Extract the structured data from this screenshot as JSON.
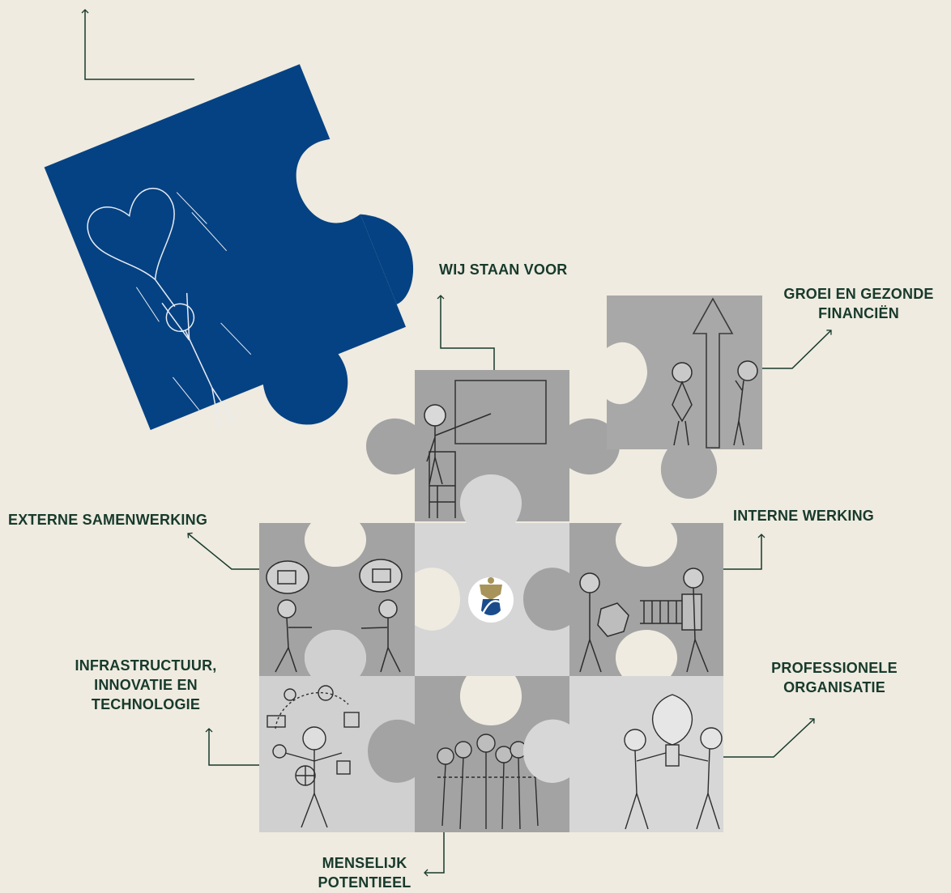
{
  "colors": {
    "background": "#efebe0",
    "navy_piece": "#054283",
    "gray_dark": "#9f9f9f",
    "gray_mid": "#b3b3b3",
    "gray_light": "#d4d4d4",
    "label_text": "#173a2c",
    "connector": "#173a2c"
  },
  "labels": {
    "wij_staan_voor": "WIJ STAAN VOOR",
    "groei_line1": "GROEI EN GEZONDE",
    "groei_line2": "FINANCIËN",
    "externe": "EXTERNE SAMENWERKING",
    "interne": "INTERNE WERKING",
    "infra_line1": "INFRASTRUCTUUR,",
    "infra_line2": "INNOVATIE EN",
    "infra_line3": "TECHNOLOGIE",
    "prof_line1": "PROFESSIONELE",
    "prof_line2": "ORGANISATIE",
    "mens_line1": "MENSELIJK",
    "mens_line2": "POTENTIEEL"
  },
  "icons": {
    "center_logo": "organization-logo-icon",
    "floating_piece": "stickman-with-heart-balloon-icon"
  }
}
